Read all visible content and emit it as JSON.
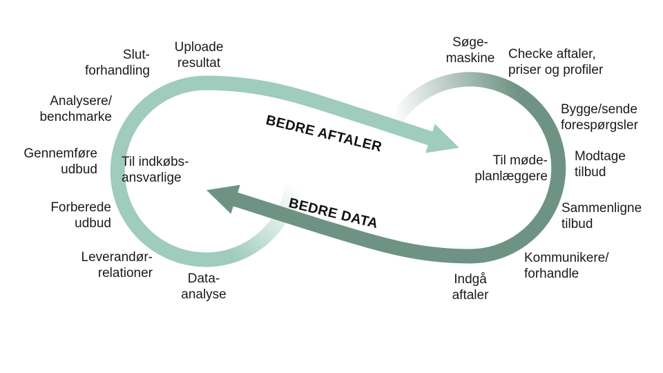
{
  "colors": {
    "light_teal": "#9fccbc",
    "dark_sage": "#6e9384",
    "text": "#1a1a1a"
  },
  "arrows": {
    "top_label": "BEDRE AFTALER",
    "bottom_label": "BEDRE DATA"
  },
  "left_loop": {
    "center": {
      "line1": "Til indkøbs-",
      "line2": "ansvarlige"
    },
    "items": [
      {
        "line1": "Uploade",
        "line2": "resultat"
      },
      {
        "line1": "Slut-",
        "line2": "forhandling"
      },
      {
        "line1": "Analysere/",
        "line2": "benchmarke"
      },
      {
        "line1": "Gennemføre",
        "line2": "udbud"
      },
      {
        "line1": "Forberede",
        "line2": "udbud"
      },
      {
        "line1": "Leverandør-",
        "line2": "relationer"
      },
      {
        "line1": "Data-",
        "line2": "analyse"
      }
    ]
  },
  "right_loop": {
    "center": {
      "line1": "Til møde-",
      "line2": "planlæggere"
    },
    "items": [
      {
        "line1": "Søge-",
        "line2": "maskine"
      },
      {
        "line1": "Checke aftaler,",
        "line2": "priser og profiler"
      },
      {
        "line1": "Bygge/sende",
        "line2": "forespørgsler"
      },
      {
        "line1": "Modtage",
        "line2": "tilbud"
      },
      {
        "line1": "Sammenligne",
        "line2": "tilbud"
      },
      {
        "line1": "Kommunikere/",
        "line2": "forhandle"
      },
      {
        "line1": "Indgå",
        "line2": "aftaler"
      }
    ]
  }
}
